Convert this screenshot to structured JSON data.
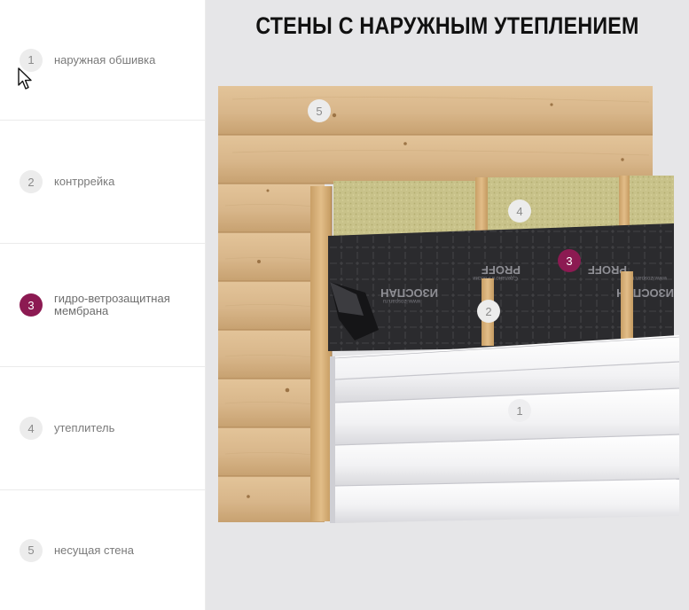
{
  "title": "СТЕНЫ С НАРУЖНЫМ УТЕПЛЕНИЕМ",
  "legend": [
    {
      "number": "1",
      "label": "наружная обшивка",
      "active": false
    },
    {
      "number": "2",
      "label": "контррейка",
      "active": false
    },
    {
      "number": "3",
      "label": "гидро-ветрозащитная мембрана",
      "active": true
    },
    {
      "number": "4",
      "label": "утеплитель",
      "active": false
    },
    {
      "number": "5",
      "label": "несущая стена",
      "active": false
    }
  ],
  "markers": {
    "m1": "1",
    "m2": "2",
    "m3": "3",
    "m4": "4",
    "m5": "5"
  },
  "membrane_print": {
    "brand": "ИЗОСПАН",
    "line": "PROFF",
    "site": "www.izospan.ru",
    "note": "Сделано в России"
  },
  "colors": {
    "accent": "#8c1a52",
    "badge": "#ececec",
    "membrane": "#2b2b2e",
    "wood": "#d9b88c",
    "insulation": "#c9c48a",
    "siding": "#f3f3f5"
  }
}
